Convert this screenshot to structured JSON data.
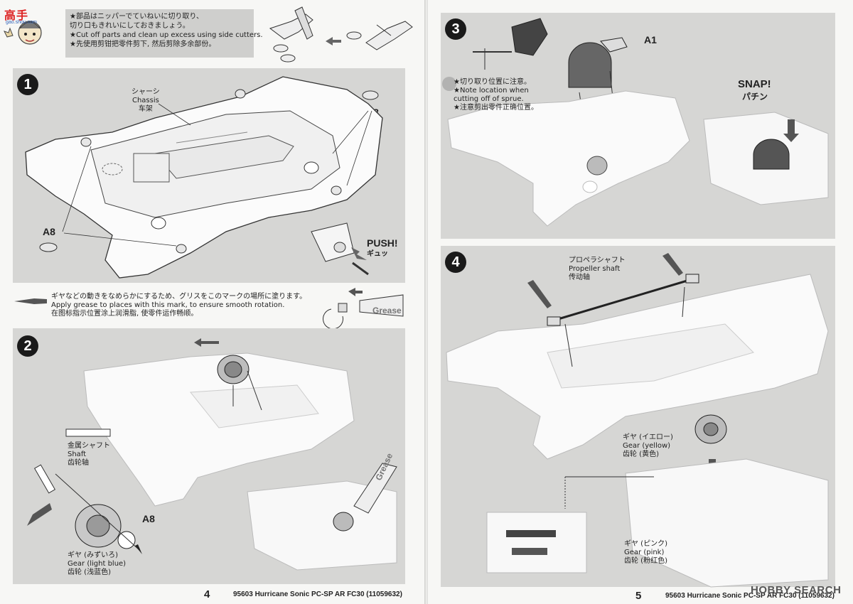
{
  "left_page": {
    "page_number": "4",
    "footer": "95603 Hurricane Sonic PC-SP AR FC30 (11059632)",
    "watermark": {
      "text_cn": "高手",
      "url": "gao.shou.com"
    },
    "tip": {
      "lines": [
        "★部品はニッパーでていねいに切り取り、",
        "切り口もきれいにしておきましょう。",
        "★Cut off parts and clean up excess using side cutters.",
        "★先使用剪钳把零件剪下, 然后剪除多余部份。"
      ]
    },
    "step1": {
      "number": "1",
      "chassis_label": [
        "シャーシ",
        "Chassis",
        "车架"
      ],
      "part_top_right": "A8",
      "part_bottom_left": "A8",
      "push": "PUSH!",
      "push_jp": "ギュッ"
    },
    "grease_note": {
      "lines": [
        "ギヤなどの動きをなめらかにするため、グリスをこのマークの場所に塗ります。",
        "Apply grease to places with this mark, to ensure smooth rotation.",
        "在图标指示位置涂上润滑脂, 使零件运作畅顺。"
      ],
      "tube_text": "Grease"
    },
    "step2": {
      "number": "2",
      "shaft_label": [
        "金属シャフト",
        "Shaft",
        "齿轮轴"
      ],
      "part": "A8",
      "gear_label": [
        "ギヤ (みずいろ)",
        "Gear (light blue)",
        "齿轮 (浅蓝色)"
      ],
      "tube_text": "Grease"
    }
  },
  "right_page": {
    "page_number": "5",
    "footer": "95603 Hurricane Sonic PC-SP AR FC30 (11059632)",
    "brand": "HOBBY SEARCH",
    "step3": {
      "number": "3",
      "part": "A1",
      "sprue_note": [
        "★切り取り位置に注意。",
        "★Note location when",
        "cutting off of sprue.",
        "★注意剪出零件正确位置。"
      ],
      "snap": "SNAP!",
      "snap_jp": "パチン"
    },
    "step4": {
      "number": "4",
      "shaft_label": [
        "プロペラシャフト",
        "Propeller shaft",
        "传动轴"
      ],
      "gear_yellow": [
        "ギヤ (イエロー)",
        "Gear (yellow)",
        "齿轮 (黄色)"
      ],
      "gear_pink": [
        "ギヤ (ピンク)",
        "Gear (pink)",
        "齿轮 (粉红色)"
      ]
    }
  }
}
